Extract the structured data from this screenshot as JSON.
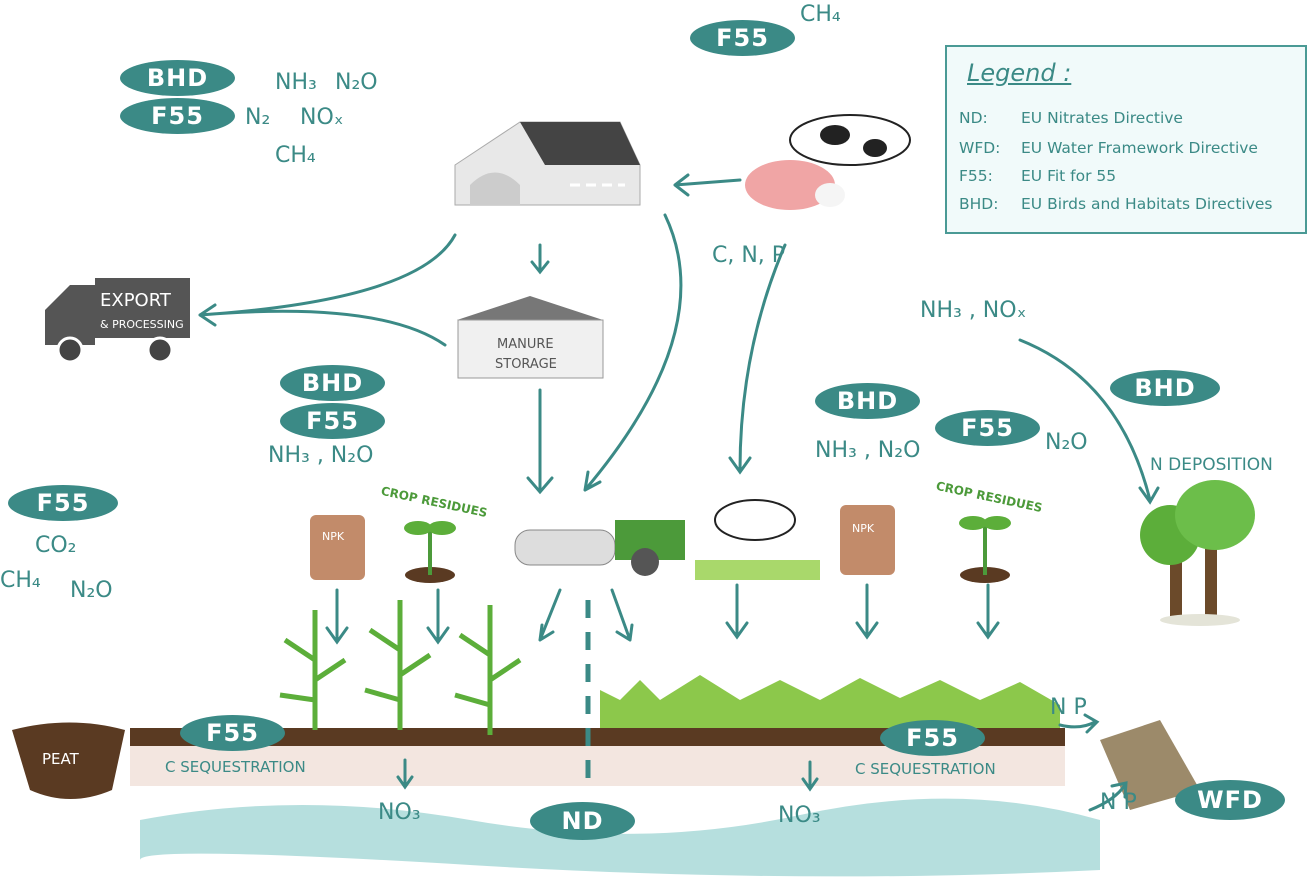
{
  "legend": {
    "title": "Legend :",
    "items": [
      {
        "key": "ND:",
        "value": "EU Nitrates Directive"
      },
      {
        "key": "WFD:",
        "value": "EU Water Framework Directive"
      },
      {
        "key": "F55:",
        "value": "EU Fit for 55"
      },
      {
        "key": "BHD:",
        "value": "EU Birds and Habitats Directives"
      }
    ]
  },
  "badges": {
    "bhd": "BHD",
    "f55": "F55",
    "nd": "ND",
    "wfd": "WFD"
  },
  "chem": {
    "ch4": "CH₄",
    "nh3": "NH₃",
    "n2o": "N₂O",
    "n2": "N₂",
    "nox": "NOₓ",
    "co2": "CO₂",
    "nh3_n2o": "NH₃ , N₂O",
    "nh3_nox": "NH₃ , NOₓ",
    "no3": "NO₃",
    "cnp": "C, N, P",
    "np": "N  P"
  },
  "labels": {
    "export": "EXPORT",
    "processing": "& PROCESSING",
    "manure": "MANURE",
    "storage": "STORAGE",
    "crop_residues": "CROP RESIDUES",
    "npk": "NPK",
    "peat": "PEAT",
    "c_sequestration": "C SEQUESTRATION",
    "n_deposition": "N DEPOSITION"
  },
  "colors": {
    "teal": "#3b8a86",
    "soil": "#5a3a22",
    "grass": "#8cc84b",
    "water": "#a9d9d8"
  }
}
